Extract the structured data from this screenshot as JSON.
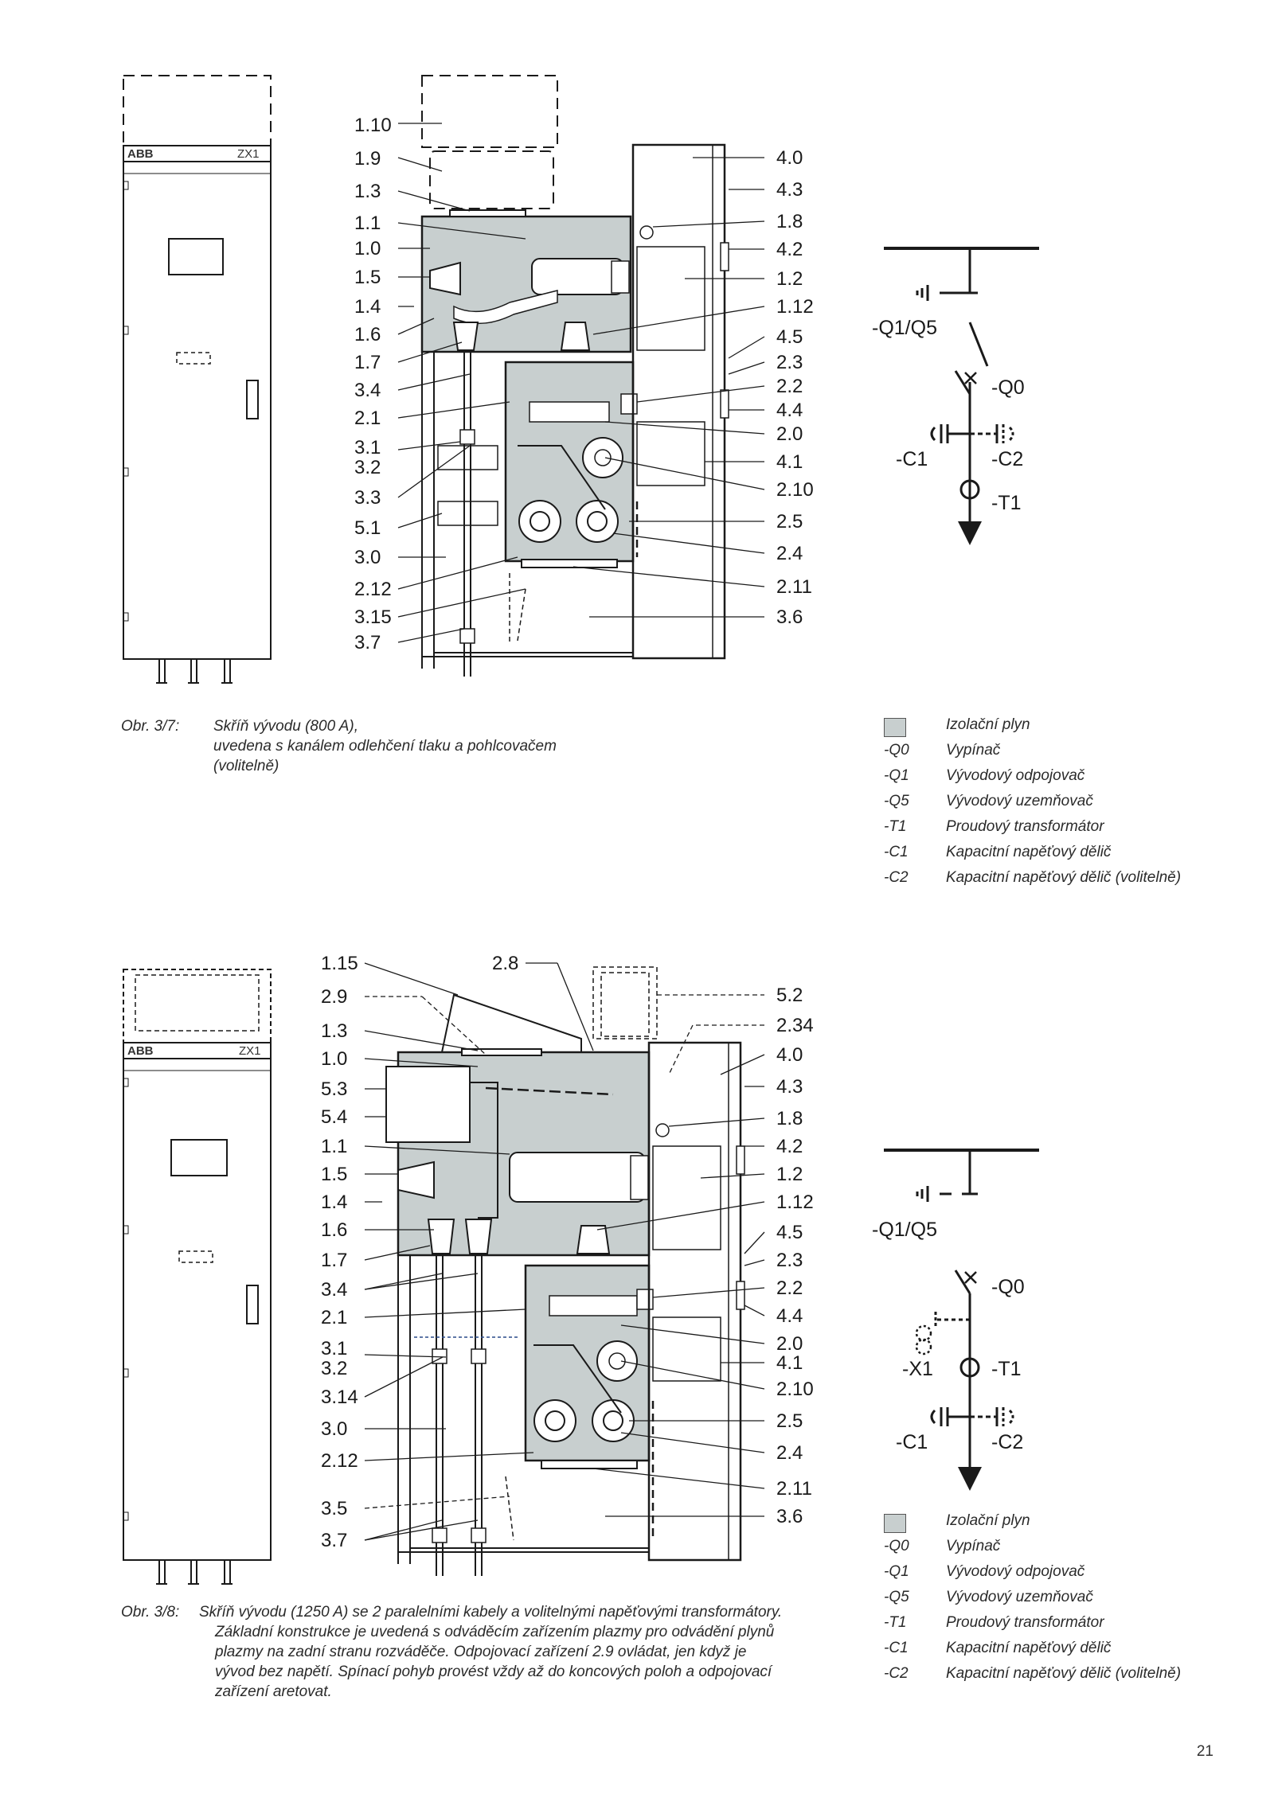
{
  "colors": {
    "insulating_gas": "#c8cfcf",
    "line": "#1a1a1a"
  },
  "panel_label": {
    "brand": "ABB",
    "model": "ZX1"
  },
  "fig1": {
    "labels_left": [
      "1.10",
      "1.9",
      "1.3",
      "1.1",
      "1.0",
      "1.5",
      "1.4",
      "1.6",
      "1.7",
      "3.4",
      "2.1",
      "3.1",
      "3.2",
      "3.3",
      "5.1",
      "3.0",
      "2.12",
      "3.15",
      "3.7"
    ],
    "labels_right": [
      "4.0",
      "4.3",
      "1.8",
      "4.2",
      "1.2",
      "1.12",
      "4.5",
      "2.3",
      "2.2",
      "4.4",
      "2.0",
      "4.1",
      "2.10",
      "2.5",
      "2.4",
      "2.11",
      "3.6"
    ],
    "caption_num": "Obr. 3/7:",
    "caption_lines": [
      "Skříň vývodu (800 A),",
      "uvedena s kanálem odlehčení tlaku a pohlcovačem",
      "(volitelně)"
    ],
    "sld": {
      "q1q5": "-Q1/Q5",
      "q0": "-Q0",
      "c1": "-C1",
      "c2": "-C2",
      "t1": "-T1"
    },
    "legend": [
      {
        "code": "",
        "text": "Izolační plyn"
      },
      {
        "code": "-Q0",
        "text": "Vypínač"
      },
      {
        "code": "-Q1",
        "text": "Vývodový odpojovač"
      },
      {
        "code": "-Q5",
        "text": "Vývodový uzemňovač"
      },
      {
        "code": "-T1",
        "text": "Proudový transformátor"
      },
      {
        "code": "-C1",
        "text": "Kapacitní napěťový dělič"
      },
      {
        "code": "-C2",
        "text": "Kapacitní napěťový dělič (volitelně)"
      }
    ]
  },
  "fig2": {
    "labels_left": [
      "1.15",
      "2.9",
      "1.3",
      "1.0",
      "5.3",
      "5.4",
      "1.1",
      "1.5",
      "1.4",
      "1.6",
      "1.7",
      "3.4",
      "2.1",
      "3.1",
      "3.2",
      "3.14",
      "3.0",
      "2.12",
      "3.5",
      "3.7"
    ],
    "label_top": "2.8",
    "labels_right": [
      "5.2",
      "2.34",
      "4.0",
      "4.3",
      "1.8",
      "4.2",
      "1.2",
      "1.12",
      "4.5",
      "2.3",
      "2.2",
      "4.4",
      "2.0",
      "4.1",
      "2.10",
      "2.5",
      "2.4",
      "2.11",
      "3.6"
    ],
    "caption_num": "Obr. 3/8:",
    "caption_lines": [
      "Skříň vývodu (1250 A) se 2 paralelními kabely a volitelnými napěťovými transformátory.",
      "Základní konstrukce je uvedená s odváděcím zařízením plazmy pro odvádění plynů",
      "plazmy na zadní stranu rozváděče. Odpojovací zařízení 2.9 ovládat, jen když je",
      "vývod bez napětí. Spínací pohyb provést vždy až do koncových poloh a odpojovací",
      "zařízení aretovat."
    ],
    "sld": {
      "q1q5": "-Q1/Q5",
      "q0": "-Q0",
      "x1": "-X1",
      "t1": "-T1",
      "c1": "-C1",
      "c2": "-C2"
    },
    "legend": [
      {
        "code": "",
        "text": "Izolační plyn"
      },
      {
        "code": "-Q0",
        "text": "Vypínač"
      },
      {
        "code": "-Q1",
        "text": "Vývodový odpojovač"
      },
      {
        "code": "-Q5",
        "text": "Vývodový uzemňovač"
      },
      {
        "code": "-T1",
        "text": "Proudový transformátor"
      },
      {
        "code": "-C1",
        "text": "Kapacitní napěťový dělič"
      },
      {
        "code": "-C2",
        "text": "Kapacitní napěťový dělič  (volitelně)"
      }
    ]
  },
  "page_number": "21"
}
